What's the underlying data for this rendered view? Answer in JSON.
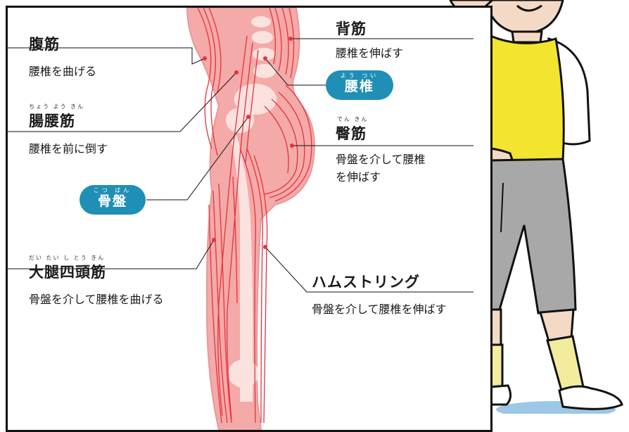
{
  "colors": {
    "accent": "#1f8fb5",
    "muscle": "#e6323d",
    "body_fill": "#f3aaa8",
    "shirt": "#f2e42f",
    "shorts": "#a8a8a8",
    "skin": "#f4d9c4"
  },
  "labels": {
    "fukkin": {
      "title": "腹筋",
      "desc": "腰椎を曲げる"
    },
    "chouyoukin": {
      "ruby": "ちょう よう きん",
      "title": "腸腰筋",
      "desc": "腰椎を前に倒す"
    },
    "daitaishitoukin": {
      "ruby": "だい たい し とう きん",
      "title": "大腿四頭筋",
      "desc": "骨盤を介して腰椎を曲げる"
    },
    "haikin": {
      "title": "背筋",
      "desc": "腰椎を伸ばす"
    },
    "denkin": {
      "ruby": "でん きん",
      "title": "臀筋",
      "desc": "骨盤を介して腰椎を伸ばす"
    },
    "hamstring": {
      "title": "ハムストリング",
      "desc": "骨盤を介して腰椎を伸ばす"
    }
  },
  "bubbles": {
    "youtsui": {
      "ruby": "よう つい",
      "label": "腰椎"
    },
    "kotsuban": {
      "ruby": "こつ ばん",
      "label": "骨盤"
    }
  }
}
